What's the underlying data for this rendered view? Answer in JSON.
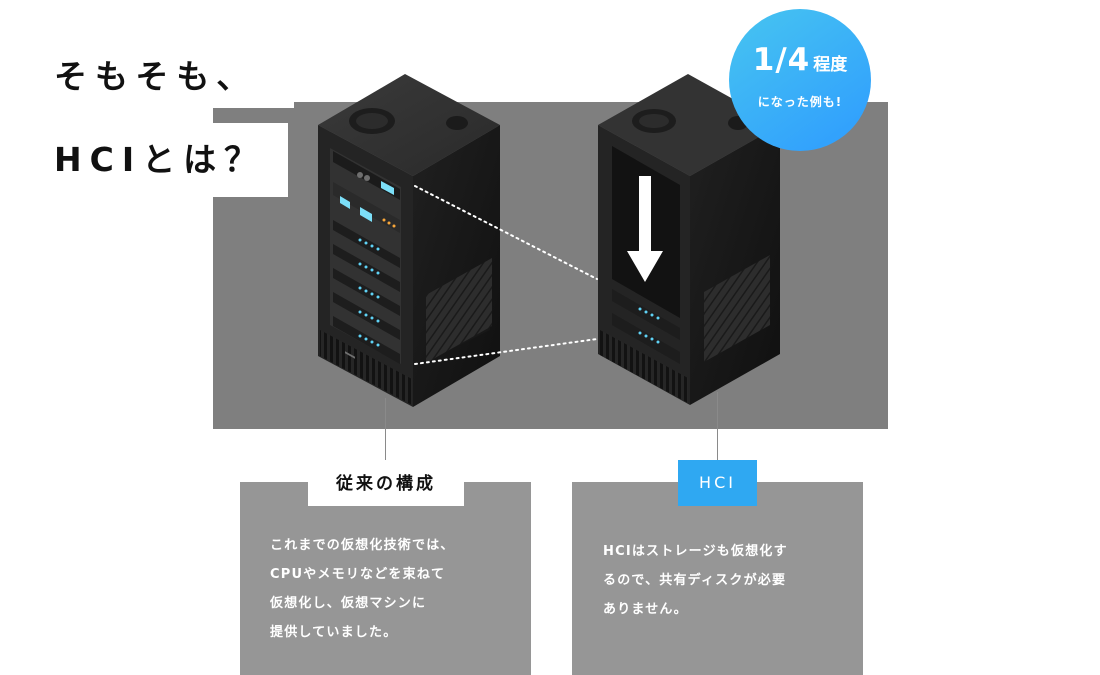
{
  "heading": {
    "line1": "そもそも、",
    "line2": "HCIとは？"
  },
  "badge": {
    "fraction": "1/4",
    "suffix": "程度",
    "sub": "になった例も!"
  },
  "left": {
    "label": "従来の構成",
    "lines": [
      "これまでの仮想化技術では、",
      "CPUやメモリなどを束ねて",
      "仮想化し、仮想マシンに",
      "提供していました。"
    ]
  },
  "right": {
    "label": "HCI",
    "lines": [
      "HCIはストレージも仮想化す",
      "るので、共有ディスクが必要",
      "ありません。"
    ]
  },
  "colors": {
    "accent": "#2fa8f2",
    "badge_gradient_start": "#47c5f0",
    "badge_gradient_end": "#2e9bff",
    "stage": "#7f7f7f",
    "panel": "#969696",
    "server_front": "#242424",
    "server_side": "#121212",
    "server_top": "#313131"
  },
  "icons": {
    "left_server": "server-rack-icon",
    "right_server": "hci-server-icon",
    "reduction": "arrow-down-icon"
  }
}
